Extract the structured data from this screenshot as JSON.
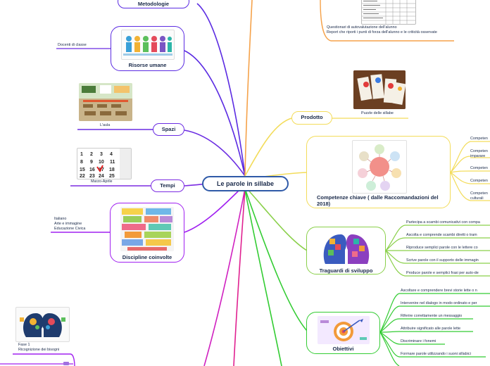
{
  "center": {
    "title": "Le parole in sillabe"
  },
  "left": {
    "metodologie": {
      "title": "Metodologie"
    },
    "risorse": {
      "title": "Risorse umane",
      "leaf": "Docenti di classe"
    },
    "spazi": {
      "title": "Spazi",
      "leaf": "L'aula"
    },
    "tempi": {
      "title": "Tempi",
      "leaf": "Marzo-Aprile"
    },
    "discipline": {
      "title": "Discipline coinvolte",
      "leaves": [
        "Italiano",
        "Arte e immagine",
        "Educazione Civica"
      ]
    },
    "fase": {
      "line1": "Fase 1",
      "line2": "Ricognizione dei bisogni"
    }
  },
  "top_right": {
    "leaves": [
      "Questionari di autovalutazione dell'alunno",
      "Report che riporti i punti di forza dell'alunno e le criticità osservate"
    ]
  },
  "right": {
    "prodotto": {
      "title": "Prodotto",
      "caption": "Puzzle delle sillabe"
    },
    "competenze": {
      "title": "Competenze chiave ( dalle Raccomandazioni del 2018)",
      "leaves": [
        "Competen",
        "Competen imparare",
        "Competen",
        "Competen",
        "Competen culturali"
      ]
    },
    "traguardi": {
      "title": "Traguardi di sviluppo",
      "leaves": [
        "Partecipa a scambi comunicativi con compa",
        "Ascolta e comprende scambi diretti o tram",
        "Riproduce semplici parole con le lettere co",
        "Scrive parole con il supporto delle immagin",
        "Produce parole e semplici frasi per auto-de"
      ]
    },
    "obiettivi": {
      "title": "Obiettivi",
      "leaves": [
        "Ascoltare e comprendere brevi storie lette o n",
        "Intervenire nel dialogo in modo ordinato e per",
        "Riferire correttamente un messaggio",
        "Attribuire significato alle parole lette",
        "Discriminare i fonemi",
        "Formare parole utilizzando i suoni sillabici"
      ]
    }
  },
  "colors": {
    "blue": "#2f5aa8",
    "violet": "#8a2be2",
    "purple": "#a020f0",
    "yellow": "#f3dc5a",
    "orange": "#f5a24a",
    "green": "#33cc33",
    "pink": "#ff3399"
  }
}
